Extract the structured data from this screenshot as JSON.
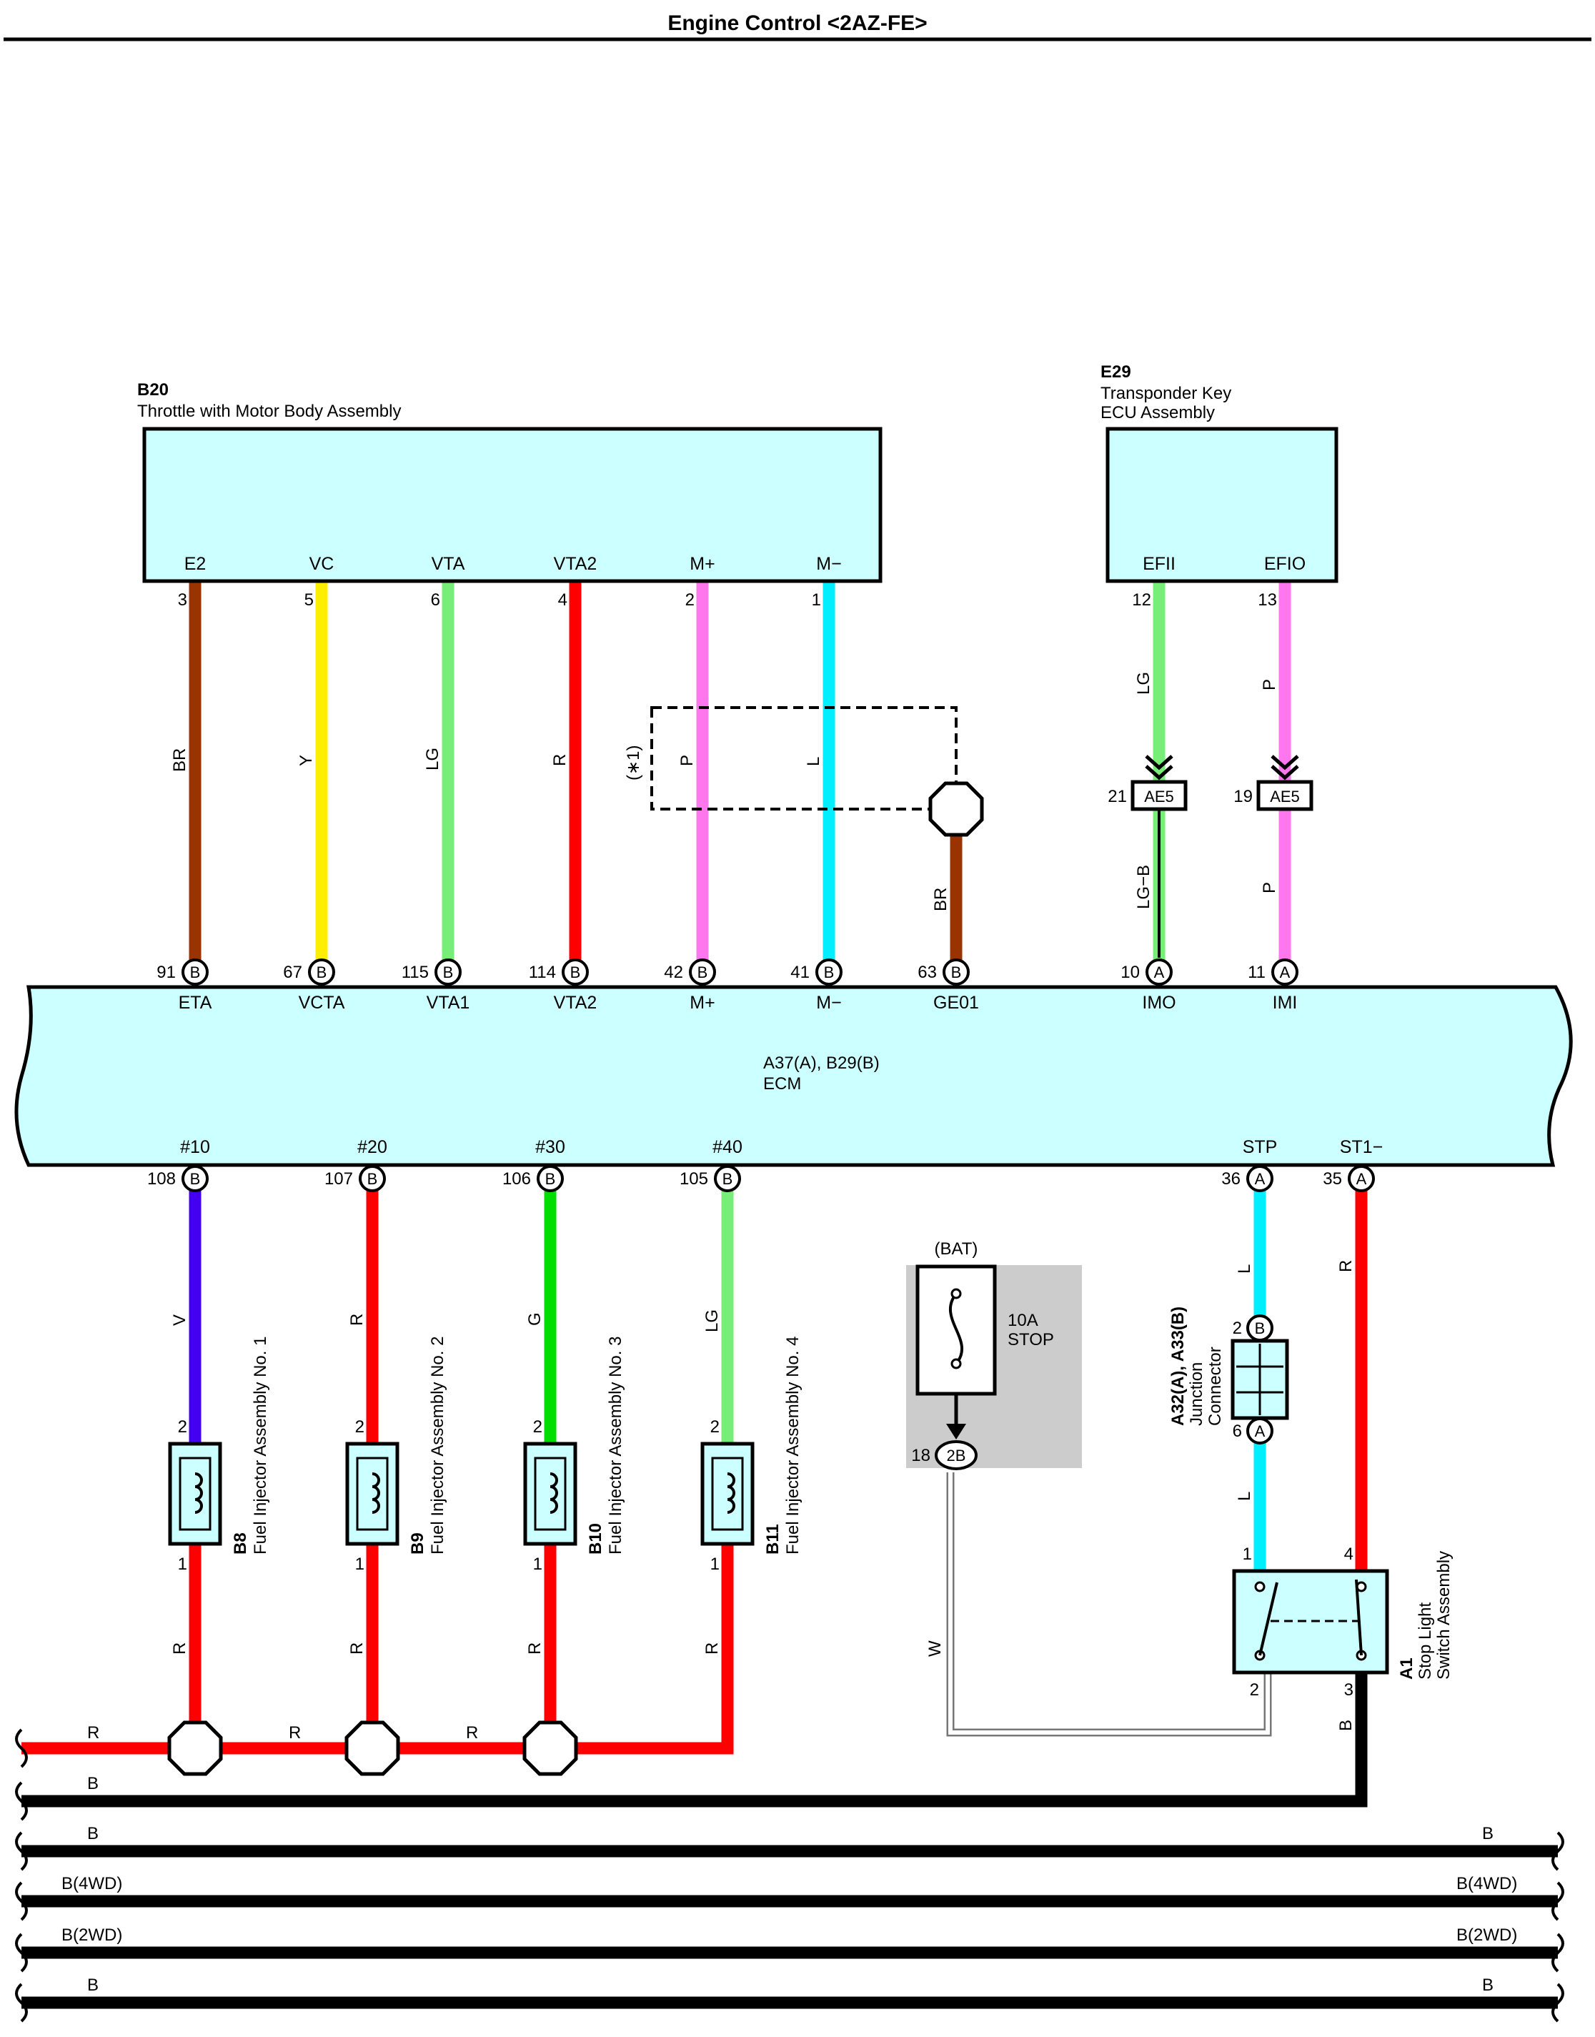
{
  "title": "Engine Control <2AZ-FE>",
  "components": {
    "throttle": {
      "code": "B20",
      "name": "Throttle with Motor Body Assembly",
      "terminals": [
        "E2",
        "VC",
        "VTA",
        "VTA2",
        "M+",
        "M−"
      ],
      "pins": [
        "3",
        "5",
        "6",
        "4",
        "2",
        "1"
      ]
    },
    "transponder": {
      "code": "E29",
      "name_lines": [
        "Transponder Key",
        "ECU Assembly"
      ],
      "terminals": [
        "EFII",
        "EFIO"
      ],
      "pins": [
        "12",
        "13"
      ]
    },
    "ecm": {
      "code": "A37(A), B29(B)",
      "name": "ECM",
      "top_terminals": [
        "ETA",
        "VCTA",
        "VTA1",
        "VTA2",
        "M+",
        "M−",
        "GE01",
        "IMO",
        "IMI"
      ],
      "top_pins": [
        "91",
        "67",
        "115",
        "114",
        "42",
        "41",
        "63",
        "10",
        "11"
      ],
      "top_pin_conn": [
        "B",
        "B",
        "B",
        "B",
        "B",
        "B",
        "B",
        "A",
        "A"
      ],
      "bottom_terminals": [
        "#10",
        "#20",
        "#30",
        "#40",
        "STP",
        "ST1−"
      ],
      "bottom_pins": [
        "108",
        "107",
        "106",
        "105",
        "36",
        "35"
      ],
      "bottom_pin_conn": [
        "B",
        "B",
        "B",
        "B",
        "A",
        "A"
      ]
    },
    "injectors": [
      {
        "code": "B8",
        "name": "Fuel Injector Assembly No. 1",
        "pin_top": "2",
        "pin_bottom": "1"
      },
      {
        "code": "B9",
        "name": "Fuel Injector Assembly No. 2",
        "pin_top": "2",
        "pin_bottom": "1"
      },
      {
        "code": "B10",
        "name": "Fuel Injector Assembly No. 3",
        "pin_top": "2",
        "pin_bottom": "1"
      },
      {
        "code": "B11",
        "name": "Fuel Injector Assembly No. 4",
        "pin_top": "2",
        "pin_bottom": "1"
      }
    ],
    "fuse": {
      "source": "(BAT)",
      "rating": "10A",
      "name": "STOP",
      "pin": "18",
      "conn": "2B"
    },
    "junction": {
      "code": "A32(A), A33(B)",
      "name_lines": [
        "Junction",
        "Connector"
      ],
      "pin_top": "2",
      "pin_top_conn": "B",
      "pin_bottom": "6",
      "pin_bottom_conn": "A"
    },
    "stop_switch": {
      "code": "A1",
      "name_lines": [
        "Stop Light",
        "Switch Assembly"
      ],
      "pins": [
        "1",
        "4",
        "2",
        "3"
      ]
    }
  },
  "inline_connectors": {
    "label": "AE5",
    "pins": [
      "21",
      "19"
    ]
  },
  "shield_note": "(∗1)",
  "wire_colors": {
    "throttle": [
      "BR",
      "Y",
      "LG",
      "R",
      "P",
      "L"
    ],
    "shield_ground": "BR",
    "transponder_upper": [
      "LG",
      "P"
    ],
    "transponder_lower": [
      "LG−B",
      "P"
    ],
    "injector_upper": [
      "V",
      "R",
      "G",
      "LG"
    ],
    "injector_lower": [
      "R",
      "R",
      "R",
      "R"
    ],
    "stp_upper": "L",
    "stp_lower": "L",
    "st1": "R",
    "fuse_out": "W",
    "switch_ground": "B",
    "red_bus": [
      "R",
      "R",
      "R"
    ]
  },
  "ground_buses": [
    {
      "left": "B",
      "right": ""
    },
    {
      "left": "B",
      "right": "B"
    },
    {
      "left": "B(4WD)",
      "right": "B(4WD)"
    },
    {
      "left": "B(2WD)",
      "right": "B(2WD)"
    },
    {
      "left": "B",
      "right": "B"
    }
  ],
  "colors": {
    "BR": "#993300",
    "Y": "#ffee00",
    "LG": "#77ee77",
    "R": "#ff0000",
    "P": "#ff77ee",
    "L": "#00eeff",
    "V": "#4400ee",
    "G": "#00dd00",
    "B": "#000000",
    "component_fill": "#ccffff",
    "fuse_box_fill": "#cccccc"
  }
}
